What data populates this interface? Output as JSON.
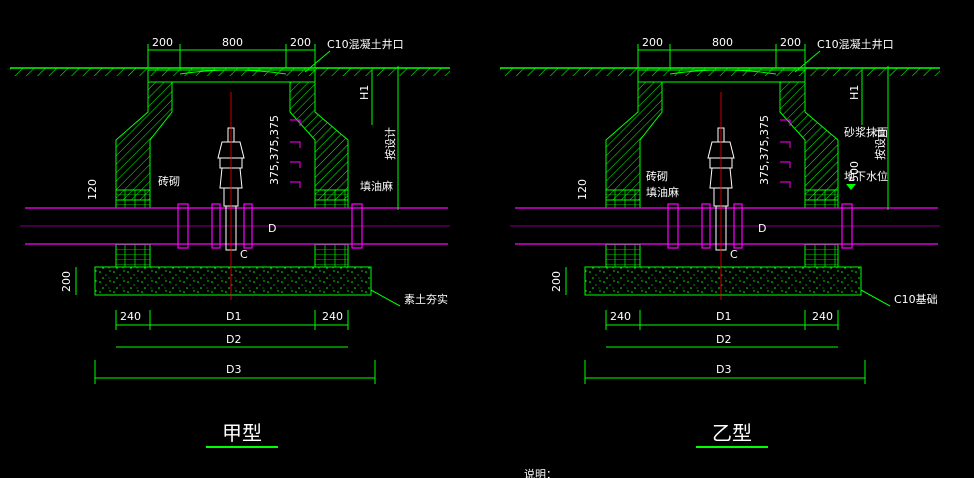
{
  "drawings": [
    {
      "id": "jia",
      "title": "甲型",
      "top_dims": [
        "200",
        "800",
        "200"
      ],
      "cover_label": "C10混凝土井口",
      "h1": "H1",
      "design_label": "按设计",
      "spacing": "375,375,375",
      "pipe_d": "D",
      "c_label": "C",
      "h120": "120",
      "h200": "200",
      "left_note": "砖砌",
      "right_note": "填油麻",
      "bottom_dims": {
        "left": "240",
        "d1": "D1",
        "right": "240",
        "d2": "D2",
        "d3": "D3"
      },
      "base_label": "素土夯实",
      "extra": {
        "mortar": "",
        "h500": "",
        "groundwater": "",
        "left_note2": ""
      }
    },
    {
      "id": "yi",
      "title": "乙型",
      "top_dims": [
        "200",
        "800",
        "200"
      ],
      "cover_label": "C10混凝土井口",
      "h1": "H1",
      "design_label": "按设计",
      "spacing": "375,375,375",
      "pipe_d": "D",
      "c_label": "C",
      "h120": "120",
      "h200": "200",
      "left_note": "砖砌",
      "right_note": "",
      "bottom_dims": {
        "left": "240",
        "d1": "D1",
        "right": "240",
        "d2": "D2",
        "d3": "D3"
      },
      "base_label": "C10基础",
      "extra": {
        "mortar": "砂浆抹面",
        "h500": "500",
        "groundwater": "地下水位",
        "left_note2": "填油麻"
      }
    }
  ],
  "footer_note": "说明：",
  "colors": {
    "background": "#000000",
    "outline": "#00ff00",
    "pipe": "#ff00ff",
    "text": "#ffffff",
    "centerline": "#ff0000",
    "valve": "#ffffff",
    "base_fill": "#00ff00"
  }
}
